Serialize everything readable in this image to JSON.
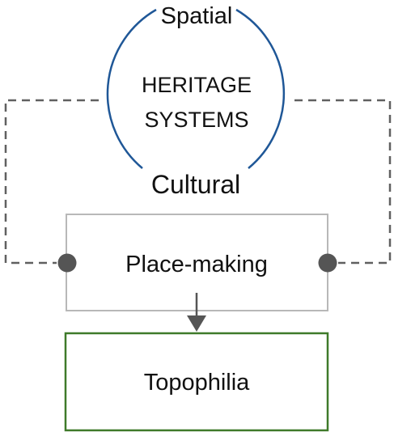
{
  "diagram": {
    "circle": {
      "top_label": "Spatial",
      "center_line_1": "HERITAGE",
      "center_line_2": "SYSTEMS",
      "bottom_label": "Cultural",
      "stroke_color": "#1f5797"
    },
    "place_making": {
      "label": "Place-making",
      "border_color": "#b8b8b8"
    },
    "topophilia": {
      "label": "Topophilia",
      "border_color": "#3f7a2a"
    },
    "connector": {
      "dash_color": "#606060",
      "dot_color": "#555555",
      "arrow_color": "#555555"
    }
  }
}
